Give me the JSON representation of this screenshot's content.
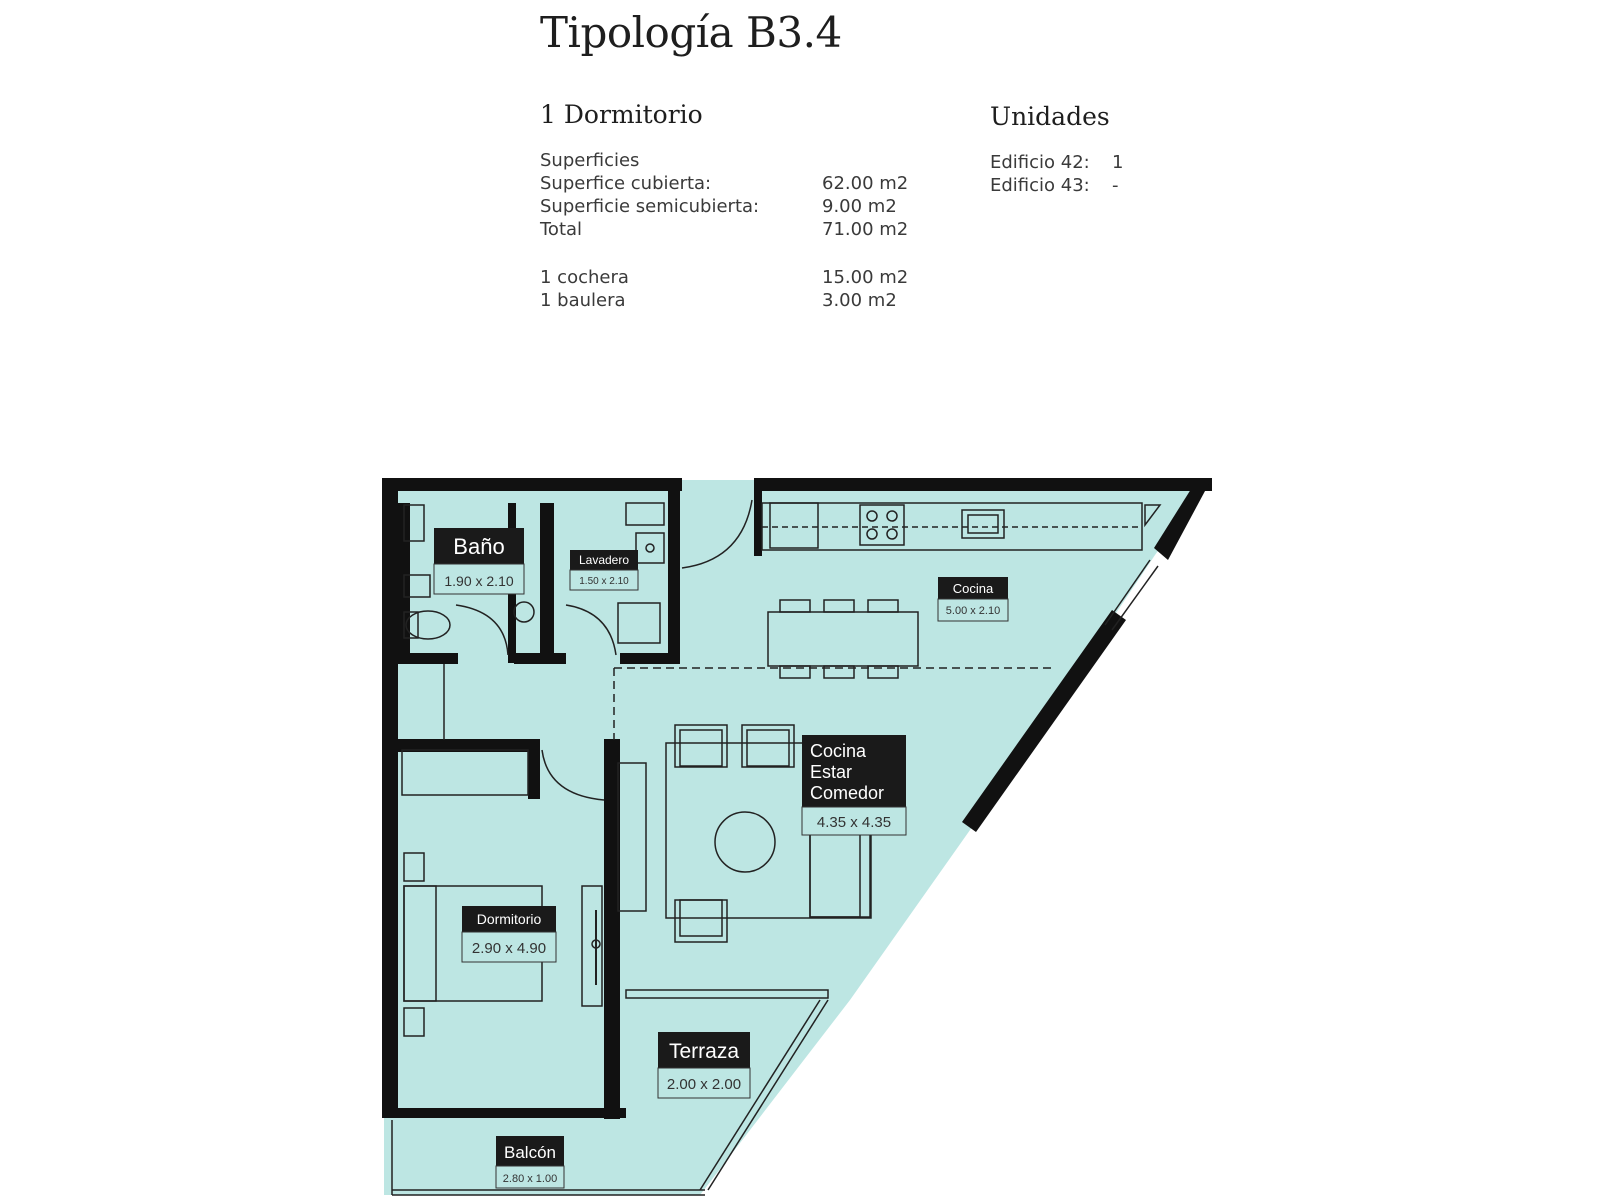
{
  "title": "Tipología B3.4",
  "type_heading": "1 Dormitorio",
  "units_heading": "Unidades",
  "areas": {
    "header": "Superficies",
    "rows": [
      {
        "label": "Superfice cubierta:",
        "value": "62.00 m2"
      },
      {
        "label": "Superficie semicubierta:",
        "value": "9.00 m2"
      },
      {
        "label": "Total",
        "value": "71.00 m2"
      }
    ],
    "extras": [
      {
        "label": "1 cochera",
        "value": "15.00 m2"
      },
      {
        "label": "1 baulera",
        "value": "3.00 m2"
      }
    ]
  },
  "units": [
    {
      "label": "Edificio 42:",
      "value": "1"
    },
    {
      "label": "Edificio 43:",
      "value": "-"
    }
  ],
  "rooms": {
    "bano": {
      "name": "Baño",
      "size": "1.90 x 2.10"
    },
    "lavadero": {
      "name": "Lavadero",
      "size": "1.50 x 2.10"
    },
    "cocina": {
      "name": "Cocina",
      "size": "5.00 x 2.10"
    },
    "estar": {
      "line1": "Cocina",
      "line2": "Estar",
      "line3": "Comedor",
      "size": "4.35 x 4.35"
    },
    "dormitorio": {
      "name": "Dormitorio",
      "size": "2.90 x 4.90"
    },
    "terraza": {
      "name": "Terraza",
      "size": "2.00 x 2.00"
    },
    "balcon": {
      "name": "Balcón",
      "size": "2.80 x 1.00"
    }
  },
  "colors": {
    "floor": "#bde6e3",
    "wall": "#111111",
    "label_bg": "#1a1a1a",
    "label_text": "#ffffff"
  }
}
